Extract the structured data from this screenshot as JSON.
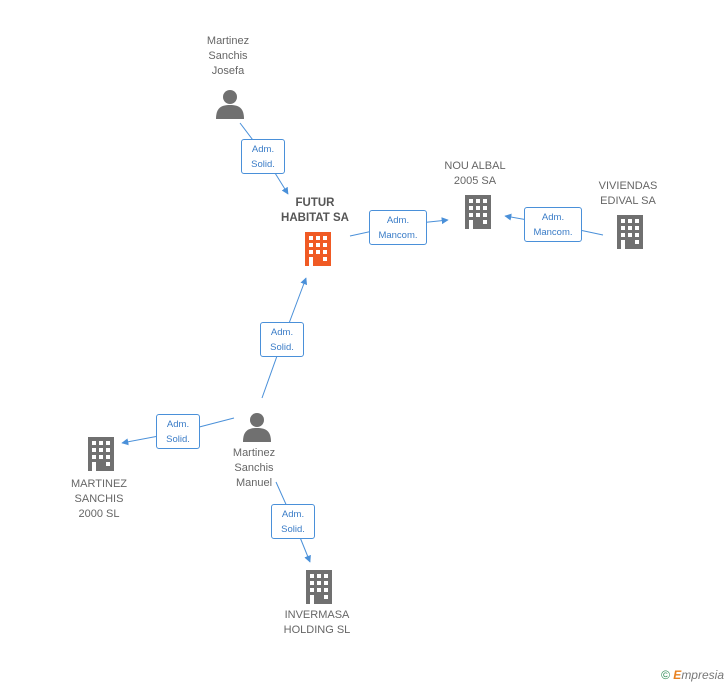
{
  "colors": {
    "edge": "#4a90d9",
    "company": "#707070",
    "main_company": "#f05a24",
    "person": "#707070"
  },
  "nodes": {
    "futur_habitat": {
      "label": "FUTUR\nHABITAT SA",
      "icon": "building-icon",
      "main": true
    },
    "martinez_josefa": {
      "label": "Martinez\nSanchis\nJosefa",
      "icon": "person-icon"
    },
    "nou_albal": {
      "label": "NOU ALBAL\n2005 SA",
      "icon": "building-icon"
    },
    "viviendas_edival": {
      "label": "VIVIENDAS\nEDIVAL SA",
      "icon": "building-icon"
    },
    "martinez_manuel": {
      "label": "Martinez\nSanchis\nManuel",
      "icon": "person-icon"
    },
    "martinez_2000": {
      "label": "MARTINEZ\nSANCHIS\n2000 SL",
      "icon": "building-icon"
    },
    "invermasa": {
      "label": "INVERMASA\nHOLDING SL",
      "icon": "building-icon"
    }
  },
  "relations": {
    "josefa_futur": {
      "line1": "Adm.",
      "line2": "Solid."
    },
    "futur_nou": {
      "line1": "Adm.",
      "line2": "Mancom."
    },
    "viviendas_nou": {
      "line1": "Adm.",
      "line2": "Mancom."
    },
    "manuel_futur": {
      "line1": "Adm.",
      "line2": "Solid."
    },
    "manuel_2000": {
      "line1": "Adm.",
      "line2": "Solid."
    },
    "manuel_invermasa": {
      "line1": "Adm.",
      "line2": "Solid."
    }
  },
  "footer": {
    "copyright": "©",
    "brand_initial": "E",
    "brand_rest": "mpresia"
  }
}
